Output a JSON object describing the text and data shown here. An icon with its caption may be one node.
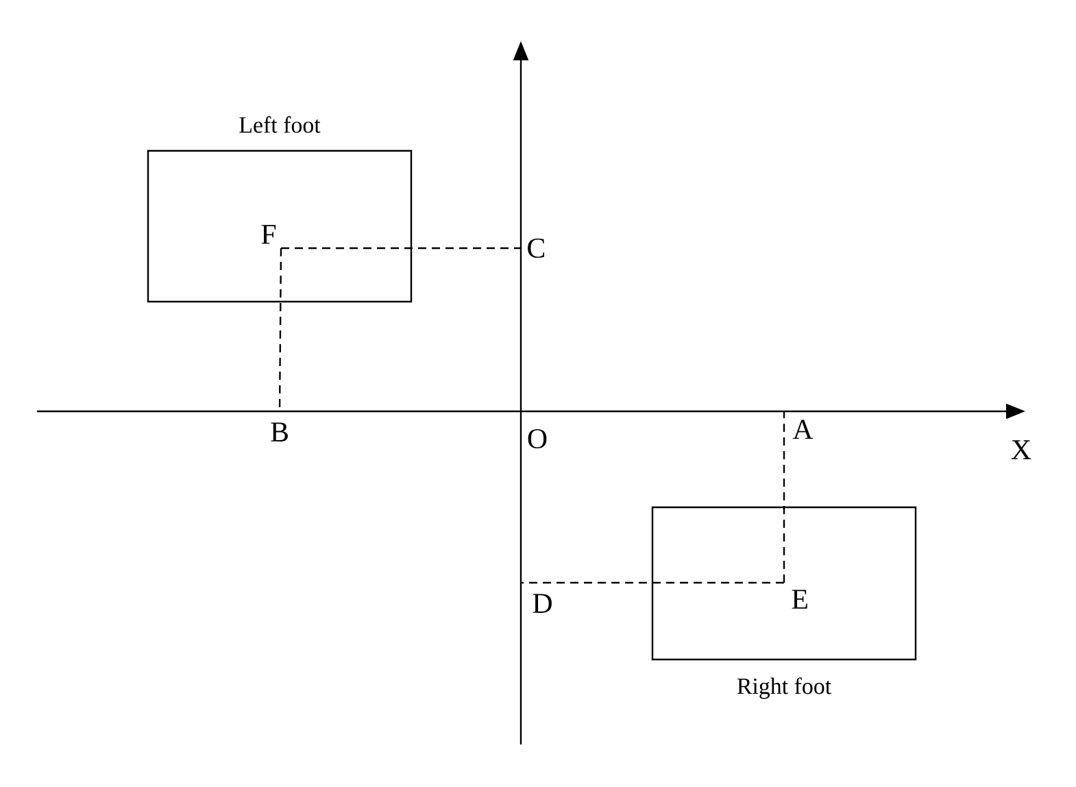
{
  "diagram": {
    "nodes": [
      {
        "text": [
          "Left foot"
        ]
      },
      {
        "text": [
          "Right foot"
        ]
      },
      {
        "text": [
          "F"
        ],
        "in": 0
      },
      {
        "text": [
          "C"
        ]
      },
      {
        "text": [
          "B"
        ]
      },
      {
        "text": [
          "E"
        ],
        "in": 1
      },
      {
        "text": [
          "A"
        ]
      },
      {
        "text": [
          "D"
        ]
      }
    ],
    "edges": [
      {
        "from": 2,
        "to": 3,
        "arrow": "none",
        "style": "dashed"
      },
      {
        "from": 2,
        "to": 4,
        "arrow": "none",
        "style": "dashed"
      },
      {
        "from": 5,
        "to": 6,
        "arrow": "none",
        "style": "dashed"
      },
      {
        "from": 5,
        "to": 7,
        "arrow": "none",
        "style": "dashed"
      }
    ],
    "labels": [
      "O",
      "X"
    ]
  }
}
